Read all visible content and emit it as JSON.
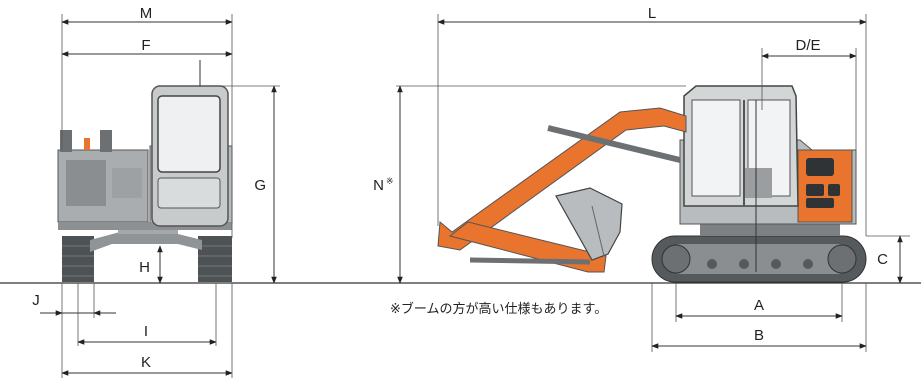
{
  "labels": {
    "M": "M",
    "F": "F",
    "G": "G",
    "H": "H",
    "J": "J",
    "I": "I",
    "K": "K",
    "L": "L",
    "DE": "D/E",
    "N": "N",
    "N_mark": "※",
    "C": "C",
    "A": "A",
    "B": "B"
  },
  "note": "※ブームの方が高い仕様もあります。",
  "colors": {
    "boom_orange": "#e8742e",
    "body_gray": "#b8bcbe",
    "dark_gray": "#6d7073",
    "track": "#555a5c",
    "line": "#333333"
  }
}
